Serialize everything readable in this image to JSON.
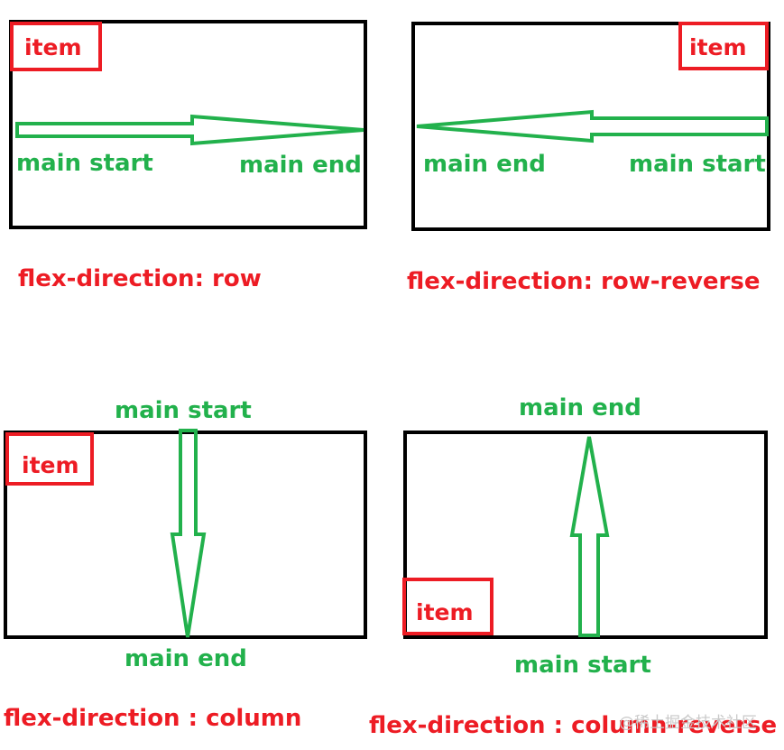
{
  "diagram": {
    "colors": {
      "box_border": "#000000",
      "item_border": "#ed1c24",
      "arrow": "#22b14c",
      "caption": "#ed1c24",
      "axis_label": "#22b14c"
    },
    "panels": [
      {
        "id": "row",
        "item_label": "item",
        "start_label": "main start",
        "end_label": "main end",
        "caption": "flex-direction: row",
        "arrow_direction": "right"
      },
      {
        "id": "row-reverse",
        "item_label": "item",
        "start_label": "main start",
        "end_label": "main end",
        "caption": "flex-direction: row-reverse",
        "arrow_direction": "left"
      },
      {
        "id": "column",
        "item_label": "item",
        "start_label": "main start",
        "end_label": "main end",
        "caption": "flex-direction : column",
        "arrow_direction": "down"
      },
      {
        "id": "column-reverse",
        "item_label": "item",
        "start_label": "main start",
        "end_label": "main end",
        "caption": "flex-direction : column-reverse",
        "arrow_direction": "up"
      }
    ],
    "watermark": "@稀土掘金技术社区"
  }
}
